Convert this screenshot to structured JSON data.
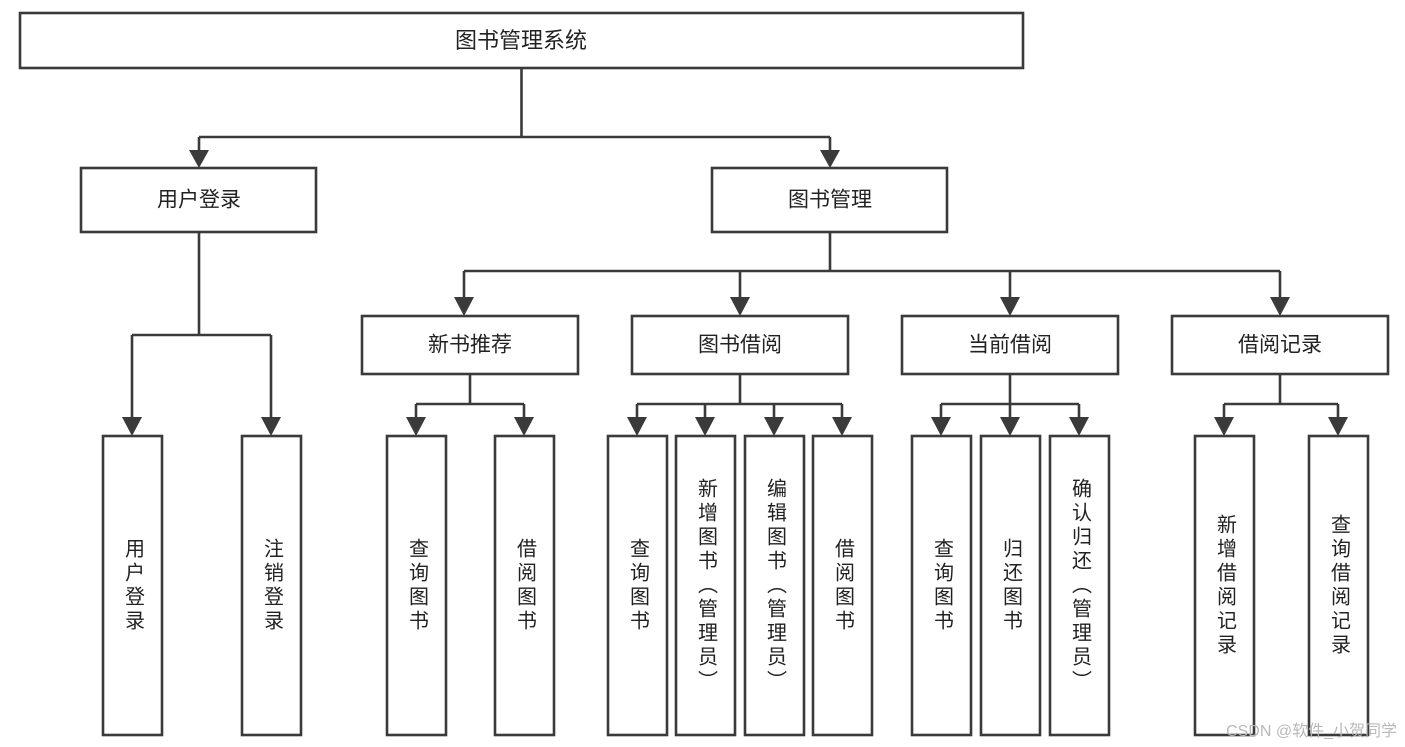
{
  "diagram": {
    "title": "图书管理系统",
    "watermark": "CSDN @软件_小贺同学",
    "colors": {
      "stroke": "#3a3a3a",
      "box_fill": "#ffffff",
      "text": "#222222",
      "watermark": "#b9b9b9",
      "background": "#ffffff"
    },
    "root": {
      "label": "图书管理系统"
    },
    "level2": [
      {
        "label": "用户登录"
      },
      {
        "label": "图书管理"
      }
    ],
    "level3": [
      {
        "label": "新书推荐"
      },
      {
        "label": "图书借阅"
      },
      {
        "label": "当前借阅"
      },
      {
        "label": "借阅记录"
      }
    ],
    "leaves": {
      "user_login": [
        {
          "label": "用户登录"
        },
        {
          "label": "注销登录"
        }
      ],
      "new_book_recommend": [
        {
          "label": "查询图书"
        },
        {
          "label": "借阅图书"
        }
      ],
      "book_borrow": [
        {
          "label": "查询图书"
        },
        {
          "label": "新增图书（管理员）"
        },
        {
          "label": "编辑图书（管理员）"
        },
        {
          "label": "借阅图书"
        }
      ],
      "current_borrow": [
        {
          "label": "查询图书"
        },
        {
          "label": "归还图书"
        },
        {
          "label": "确认归还（管理员）"
        }
      ],
      "borrow_record": [
        {
          "label": "新增借阅记录"
        },
        {
          "label": "查询借阅记录"
        }
      ]
    }
  },
  "chart_data": {
    "type": "table",
    "title": "图书管理系统 功能结构图",
    "nodes": [
      {
        "id": "root",
        "label": "图书管理系统",
        "level": 0,
        "parent": null
      },
      {
        "id": "user-login",
        "label": "用户登录",
        "level": 1,
        "parent": "root"
      },
      {
        "id": "book-manage",
        "label": "图书管理",
        "level": 1,
        "parent": "root"
      },
      {
        "id": "login-1",
        "label": "用户登录",
        "level": 2,
        "parent": "user-login"
      },
      {
        "id": "login-2",
        "label": "注销登录",
        "level": 2,
        "parent": "user-login"
      },
      {
        "id": "new-book",
        "label": "新书推荐",
        "level": 2,
        "parent": "book-manage"
      },
      {
        "id": "book-borrow",
        "label": "图书借阅",
        "level": 2,
        "parent": "book-manage"
      },
      {
        "id": "current-borrow",
        "label": "当前借阅",
        "level": 2,
        "parent": "book-manage"
      },
      {
        "id": "borrow-record",
        "label": "借阅记录",
        "level": 2,
        "parent": "book-manage"
      },
      {
        "id": "nb-1",
        "label": "查询图书",
        "level": 3,
        "parent": "new-book"
      },
      {
        "id": "nb-2",
        "label": "借阅图书",
        "level": 3,
        "parent": "new-book"
      },
      {
        "id": "bb-1",
        "label": "查询图书",
        "level": 3,
        "parent": "book-borrow"
      },
      {
        "id": "bb-2",
        "label": "新增图书（管理员）",
        "level": 3,
        "parent": "book-borrow"
      },
      {
        "id": "bb-3",
        "label": "编辑图书（管理员）",
        "level": 3,
        "parent": "book-borrow"
      },
      {
        "id": "bb-4",
        "label": "借阅图书",
        "level": 3,
        "parent": "book-borrow"
      },
      {
        "id": "cb-1",
        "label": "查询图书",
        "level": 3,
        "parent": "current-borrow"
      },
      {
        "id": "cb-2",
        "label": "归还图书",
        "level": 3,
        "parent": "current-borrow"
      },
      {
        "id": "cb-3",
        "label": "确认归还（管理员）",
        "level": 3,
        "parent": "current-borrow"
      },
      {
        "id": "br-1",
        "label": "新增借阅记录",
        "level": 3,
        "parent": "borrow-record"
      },
      {
        "id": "br-2",
        "label": "查询借阅记录",
        "level": 3,
        "parent": "borrow-record"
      }
    ]
  }
}
